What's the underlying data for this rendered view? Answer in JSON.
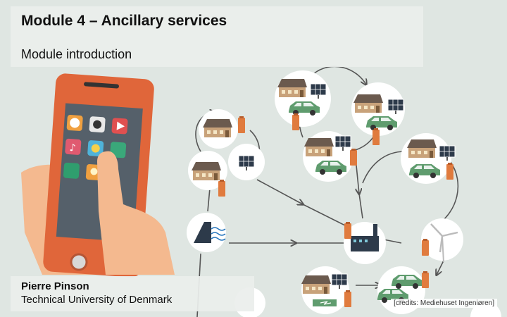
{
  "slide": {
    "title": "Module 4 – Ancillary services",
    "subtitle": "Module introduction",
    "author": "Pierre Pinson",
    "affiliation": "Technical University of Denmark",
    "credits": "[credits: Mediehuset Ingeniøren]"
  },
  "colors": {
    "background": "#dfe6e2",
    "phone_body": "#e0663a",
    "phone_screen": "#55606a",
    "hand": "#f4b98f",
    "battery": "#e07b3e",
    "car": "#5f9c6e",
    "house_roof": "#6b5a4e",
    "arrow": "#555555"
  },
  "illustration": {
    "phone_apps": [
      "clock-app-icon",
      "camera-app-icon",
      "video-app-icon",
      "music-app-icon",
      "weather-app-icon",
      "chat-app-icon",
      "grid-app-icon",
      "bulb-app-icon"
    ],
    "nodes": [
      "house",
      "solar-panel",
      "hydro-plant",
      "factory",
      "wind-turbine",
      "electric-car",
      "battery"
    ]
  }
}
